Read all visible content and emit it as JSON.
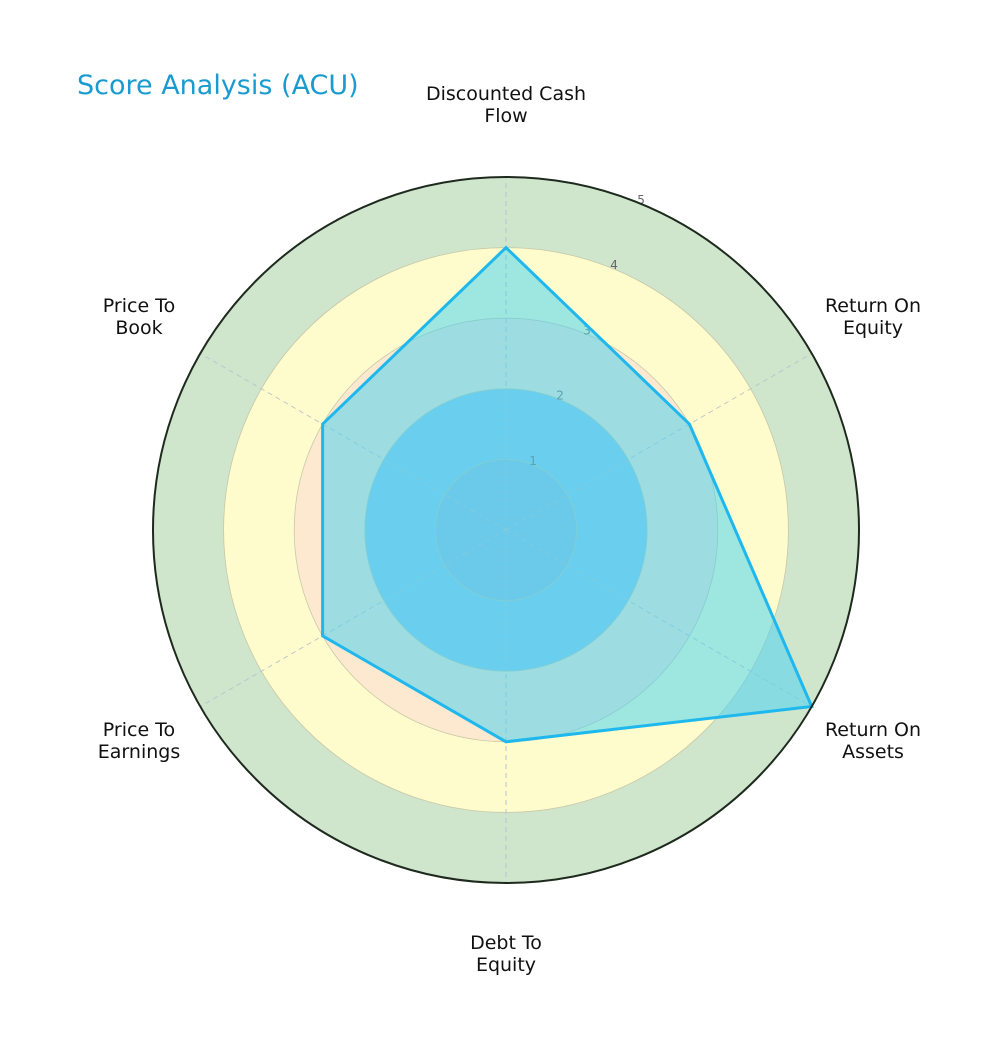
{
  "title": "Score Analysis (ACU)",
  "chart_data": {
    "type": "radar",
    "title": "Score Analysis (ACU)",
    "categories": [
      "Discounted Cash Flow",
      "Return On Equity",
      "Return On Assets",
      "Debt To Equity",
      "Price To Earnings",
      "Price To Book"
    ],
    "series": [
      {
        "name": "ACU",
        "values": [
          4,
          3,
          5,
          3,
          3,
          3
        ],
        "color": "#1fb8ee"
      }
    ],
    "rlim": [
      0,
      5
    ],
    "rticks": [
      1,
      2,
      3,
      4,
      5
    ],
    "bands": [
      {
        "from": 0,
        "to": 1,
        "color": "#8fbde0"
      },
      {
        "from": 1,
        "to": 2,
        "color": "#8ccbea"
      },
      {
        "from": 2,
        "to": 3,
        "color": "#fde9cf"
      },
      {
        "from": 3,
        "to": 4,
        "color": "#fefccc"
      },
      {
        "from": 4,
        "to": 5,
        "color": "#cfe5cc"
      }
    ],
    "grid": true
  },
  "labels": {
    "dcf": "Discounted Cash\nFlow",
    "roe": "Return On\nEquity",
    "roa": "Return On\nAssets",
    "de": "Debt To\nEquity",
    "pe": "Price To\nEarnings",
    "pb": "Price To\nBook"
  }
}
